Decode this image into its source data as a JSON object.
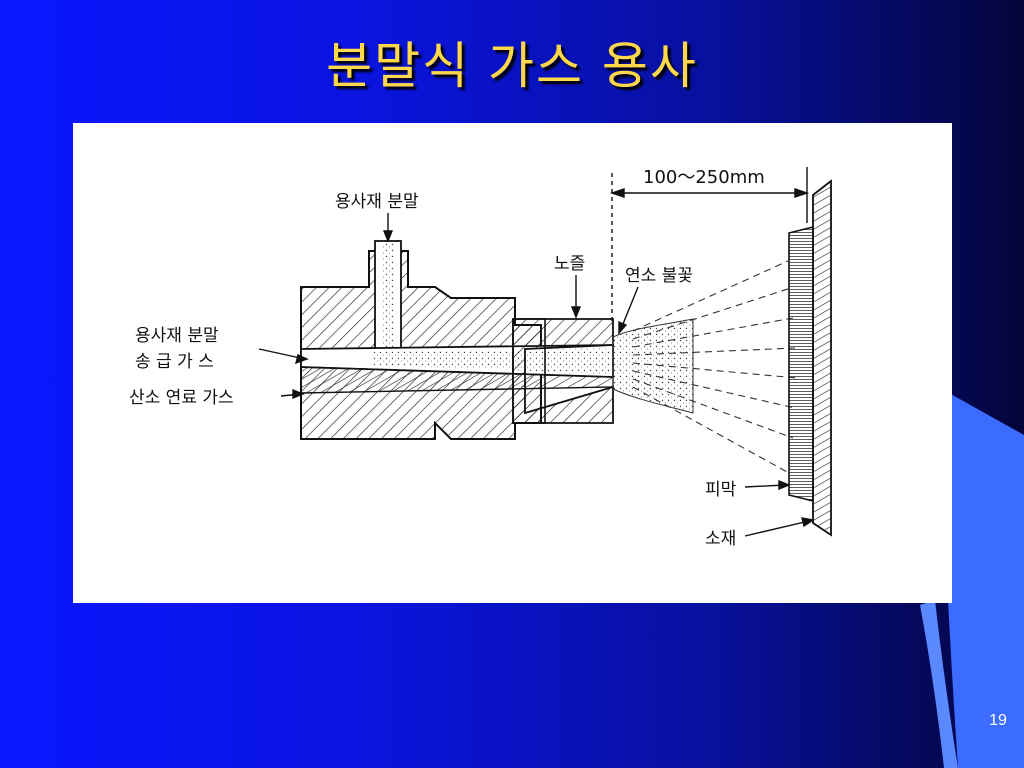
{
  "slide": {
    "title": "분말식 가스 용사",
    "page_number": "19"
  },
  "colors": {
    "title": "#ffd84a",
    "background_left": "#0a16ff",
    "background_right": "#03053a",
    "decor": "#3b6cff"
  },
  "figure": {
    "labels": {
      "powder": "용사재 분말",
      "feed_gas_line1": "용사재 분말",
      "feed_gas_line2": "송 급 가 스",
      "fuel_gas": "산소 연료 가스",
      "nozzle": "노즐",
      "flame": "연소 불꽃",
      "distance": "100～250mm",
      "coating": "피막",
      "substrate": "소재"
    }
  }
}
